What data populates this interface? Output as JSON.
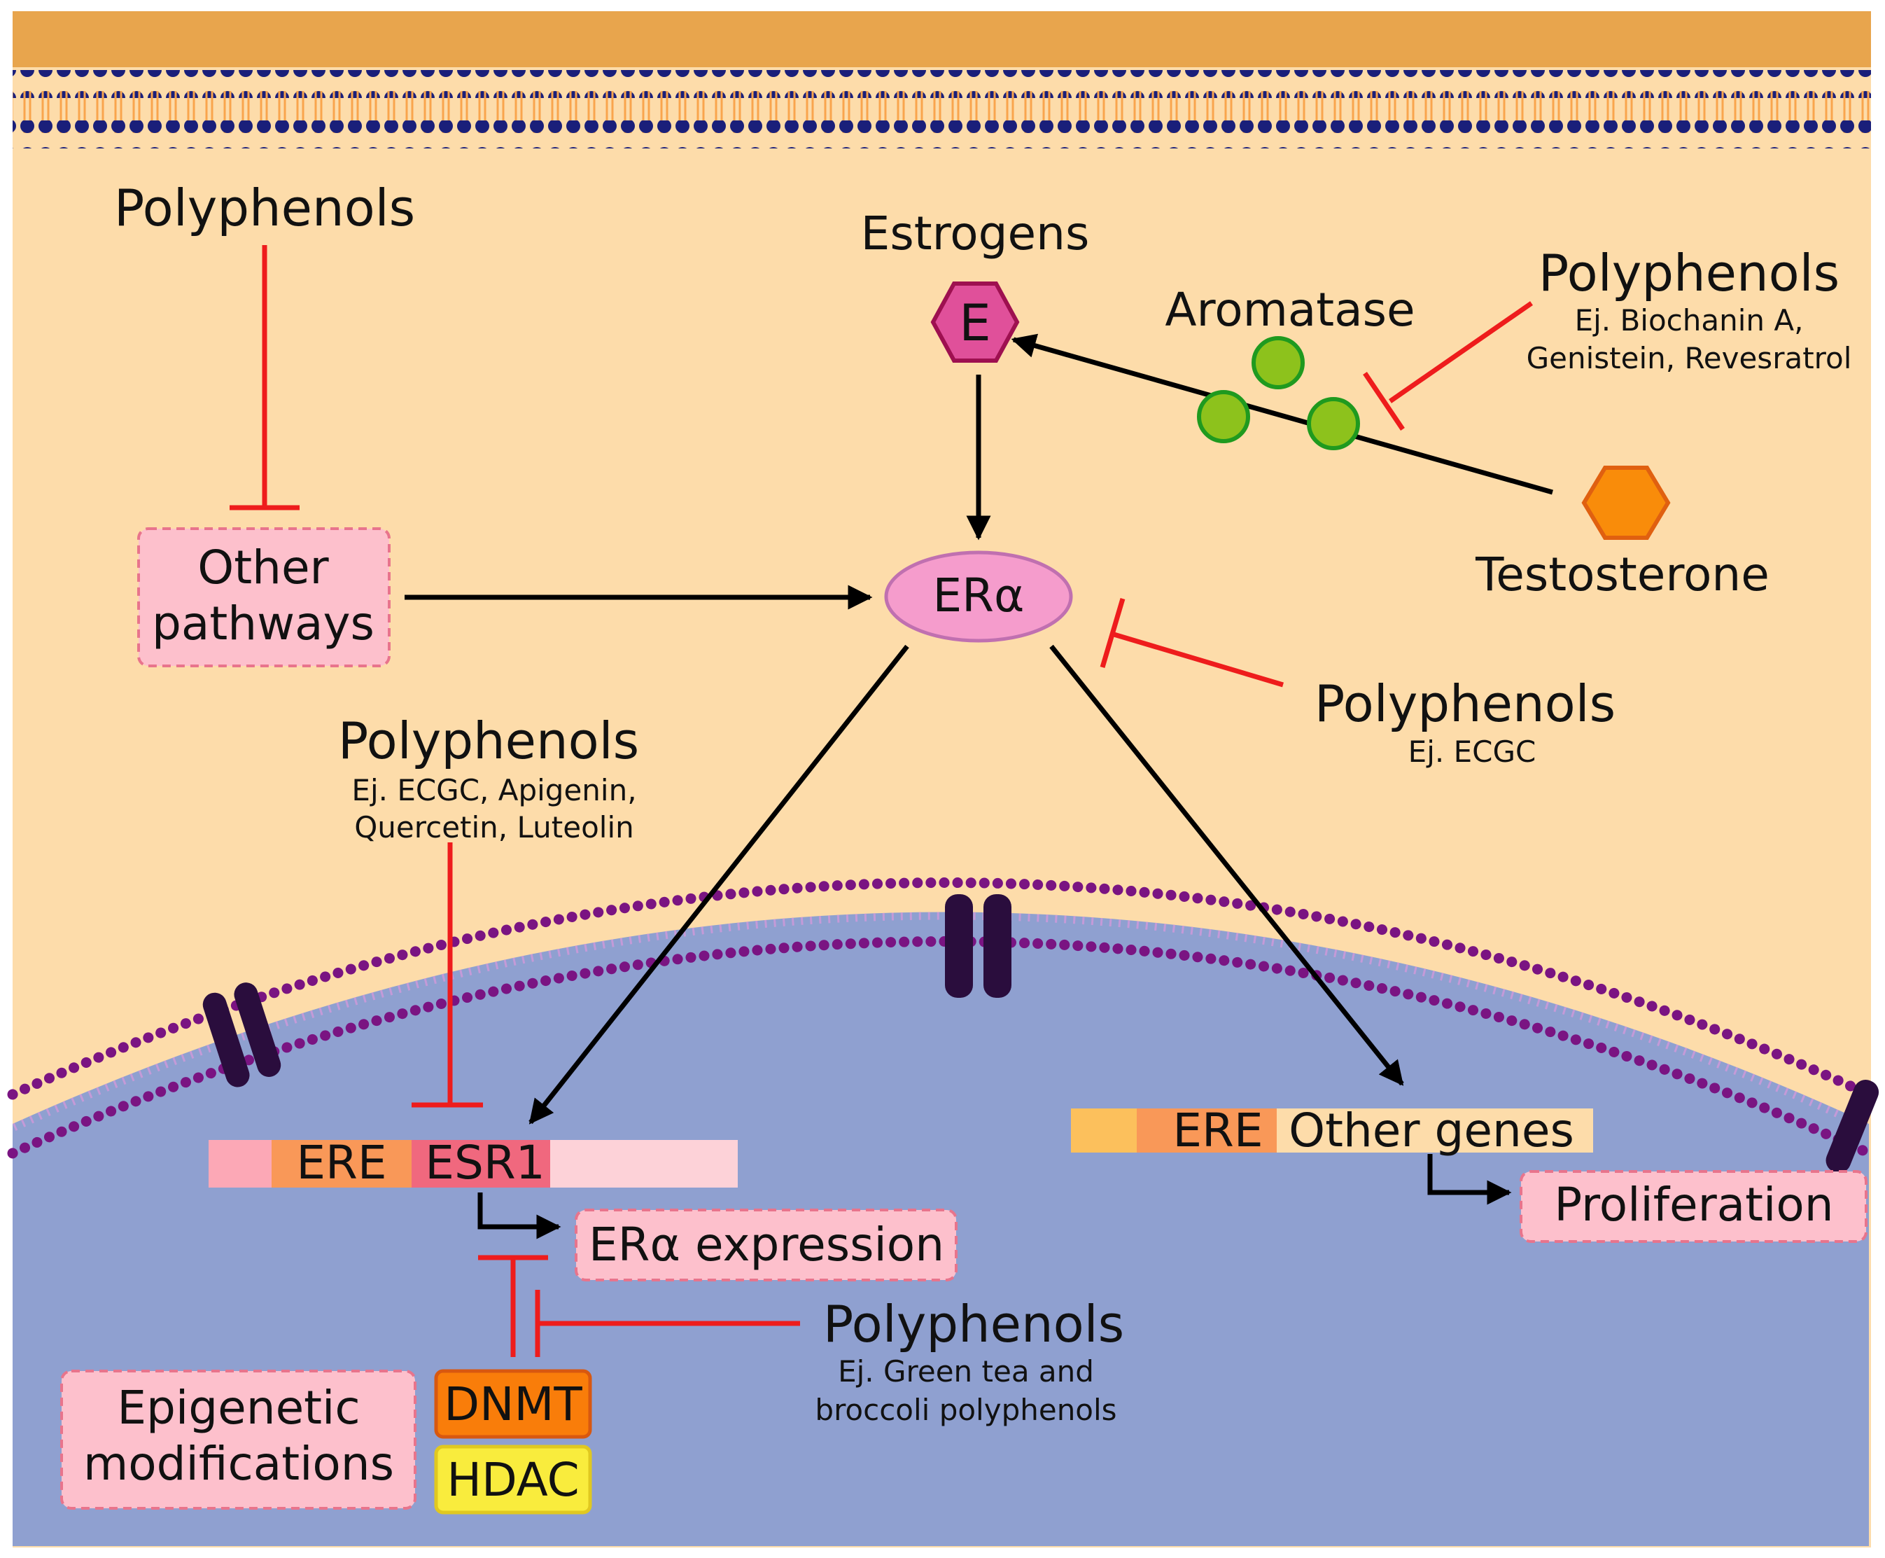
{
  "labels": {
    "polyphenols_top_left": "Polyphenols",
    "estrogens": "Estrogens",
    "e_hexagon": "E",
    "aromatase": "Aromatase",
    "polyphenols_top_right": "Polyphenols",
    "polyphenols_top_right_example_1": "Ej. Biochanin A,",
    "polyphenols_top_right_example_2": "Genistein, Revesratrol",
    "testosterone": "Testosterone",
    "other_pathways_1": "Other",
    "other_pathways_2": "pathways",
    "er_alpha": "ERα",
    "polyphenols_mid_right": "Polyphenols",
    "polyphenols_mid_right_example": "Ej. ECGC",
    "polyphenols_mid_left": "Polyphenols",
    "polyphenols_mid_left_example_1": "Ej. ECGC, Apigenin,",
    "polyphenols_mid_left_example_2": "Quercetin, Luteolin",
    "ere_left": "ERE",
    "esr1": "ESR1",
    "ere_right": "ERE",
    "other_genes": "Other genes",
    "proliferation": "Proliferation",
    "er_alpha_expression": "ERα expression",
    "polyphenols_bottom": "Polyphenols",
    "polyphenols_bottom_example_1": "Ej. Green tea and",
    "polyphenols_bottom_example_2": "broccoli polyphenols",
    "epigenetic_1": "Epigenetic",
    "epigenetic_2": "modifications",
    "dnmt": "DNMT",
    "hdac": "HDAC"
  },
  "colors": {
    "cytoplasm": "#fddcaa",
    "membrane_top": "#e8a54d",
    "nucleus": "#8fa0d0",
    "inhibition": "#ee1c1c",
    "aromatase": "#8dc21c",
    "estrogen": "#e0509a",
    "testosterone": "#f98c0a",
    "er_alpha": "#f59ccc",
    "dnmt": "#f97d0a",
    "hdac": "#f9ec3d"
  }
}
